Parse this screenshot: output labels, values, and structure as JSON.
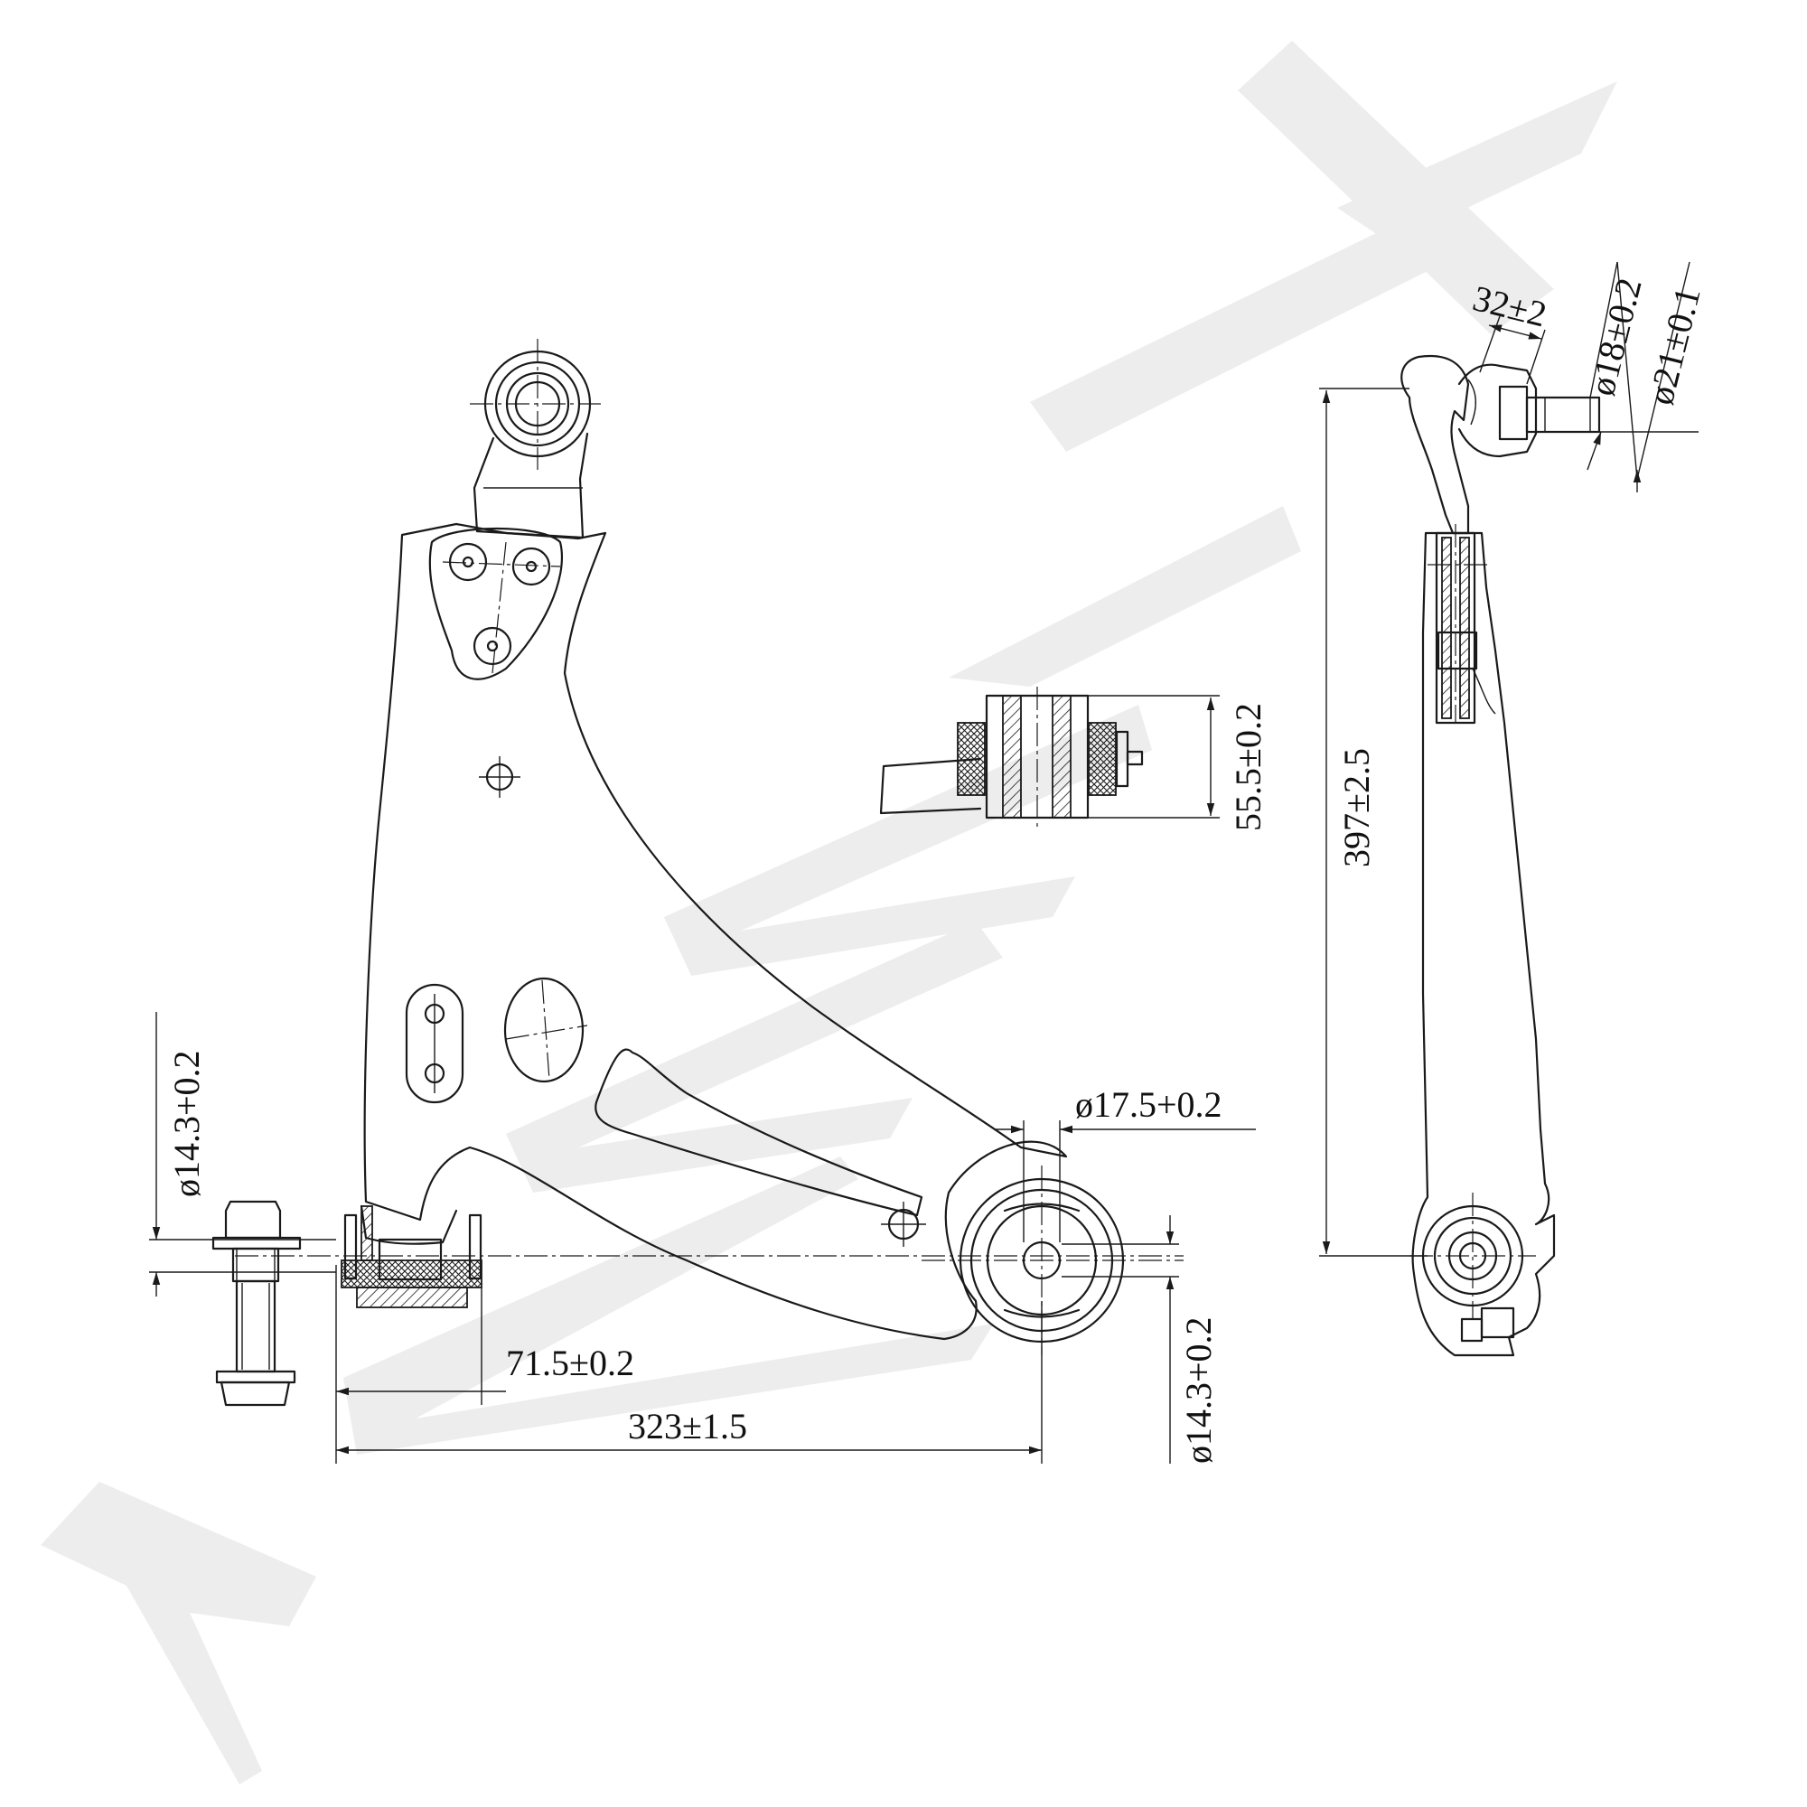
{
  "watermark": {
    "brand": "ZENNEK",
    "color": "#ececec"
  },
  "dimensions": {
    "pivot_to_ball_length": "323±1.5",
    "bushing_width": "71.5±0.2",
    "bolt_bore_front": "ø14.3+0.2",
    "bolt_bore_rear": "ø14.3+0.2",
    "rear_bushing_inner": "ø17.5+0.2",
    "vertical_bushing_length": "55.5±0.2",
    "overall_height": "397±2.5",
    "stud_length": "32±2",
    "stud_diameter_small": "ø18±0.2",
    "stud_diameter_large": "ø21±0.1"
  },
  "colors": {
    "line": "#1a1a1a",
    "background": "#ffffff"
  }
}
